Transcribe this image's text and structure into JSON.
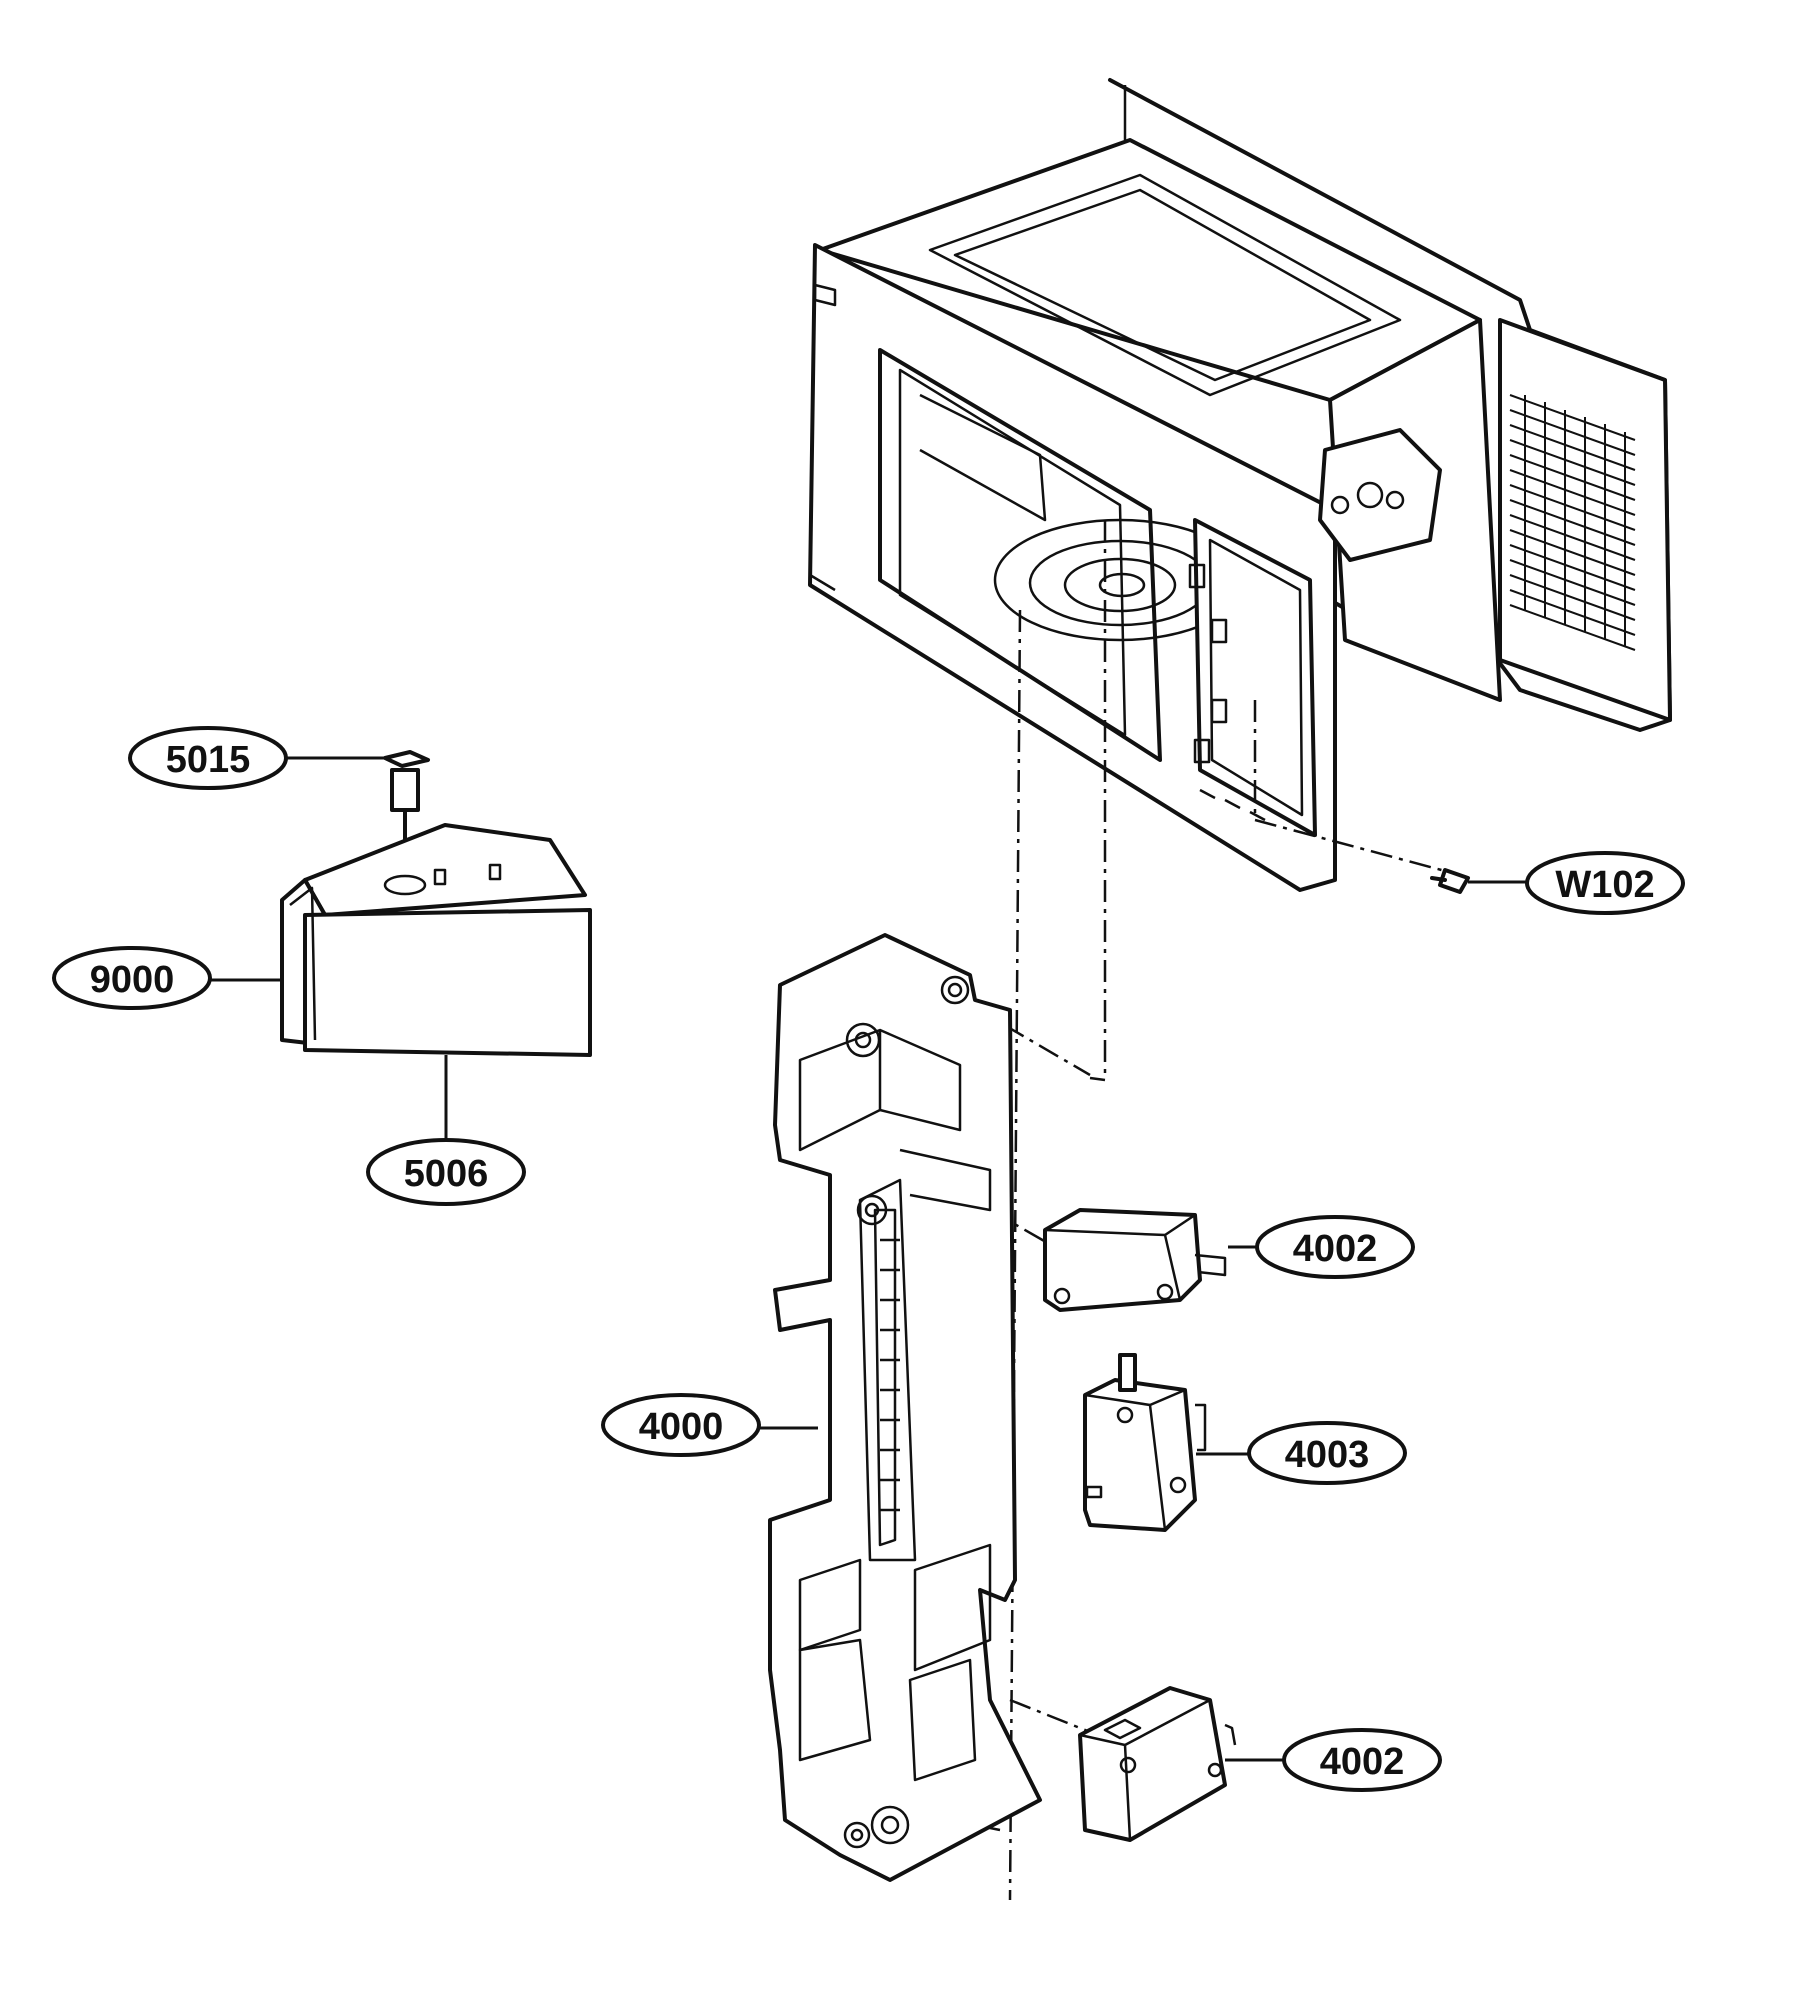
{
  "callouts": {
    "part_5015": "5015",
    "part_9000": "9000",
    "part_5006": "5006",
    "part_w102": "W102",
    "part_4002_upper": "4002",
    "part_4003": "4003",
    "part_4000": "4000",
    "part_4002_lower": "4002"
  }
}
